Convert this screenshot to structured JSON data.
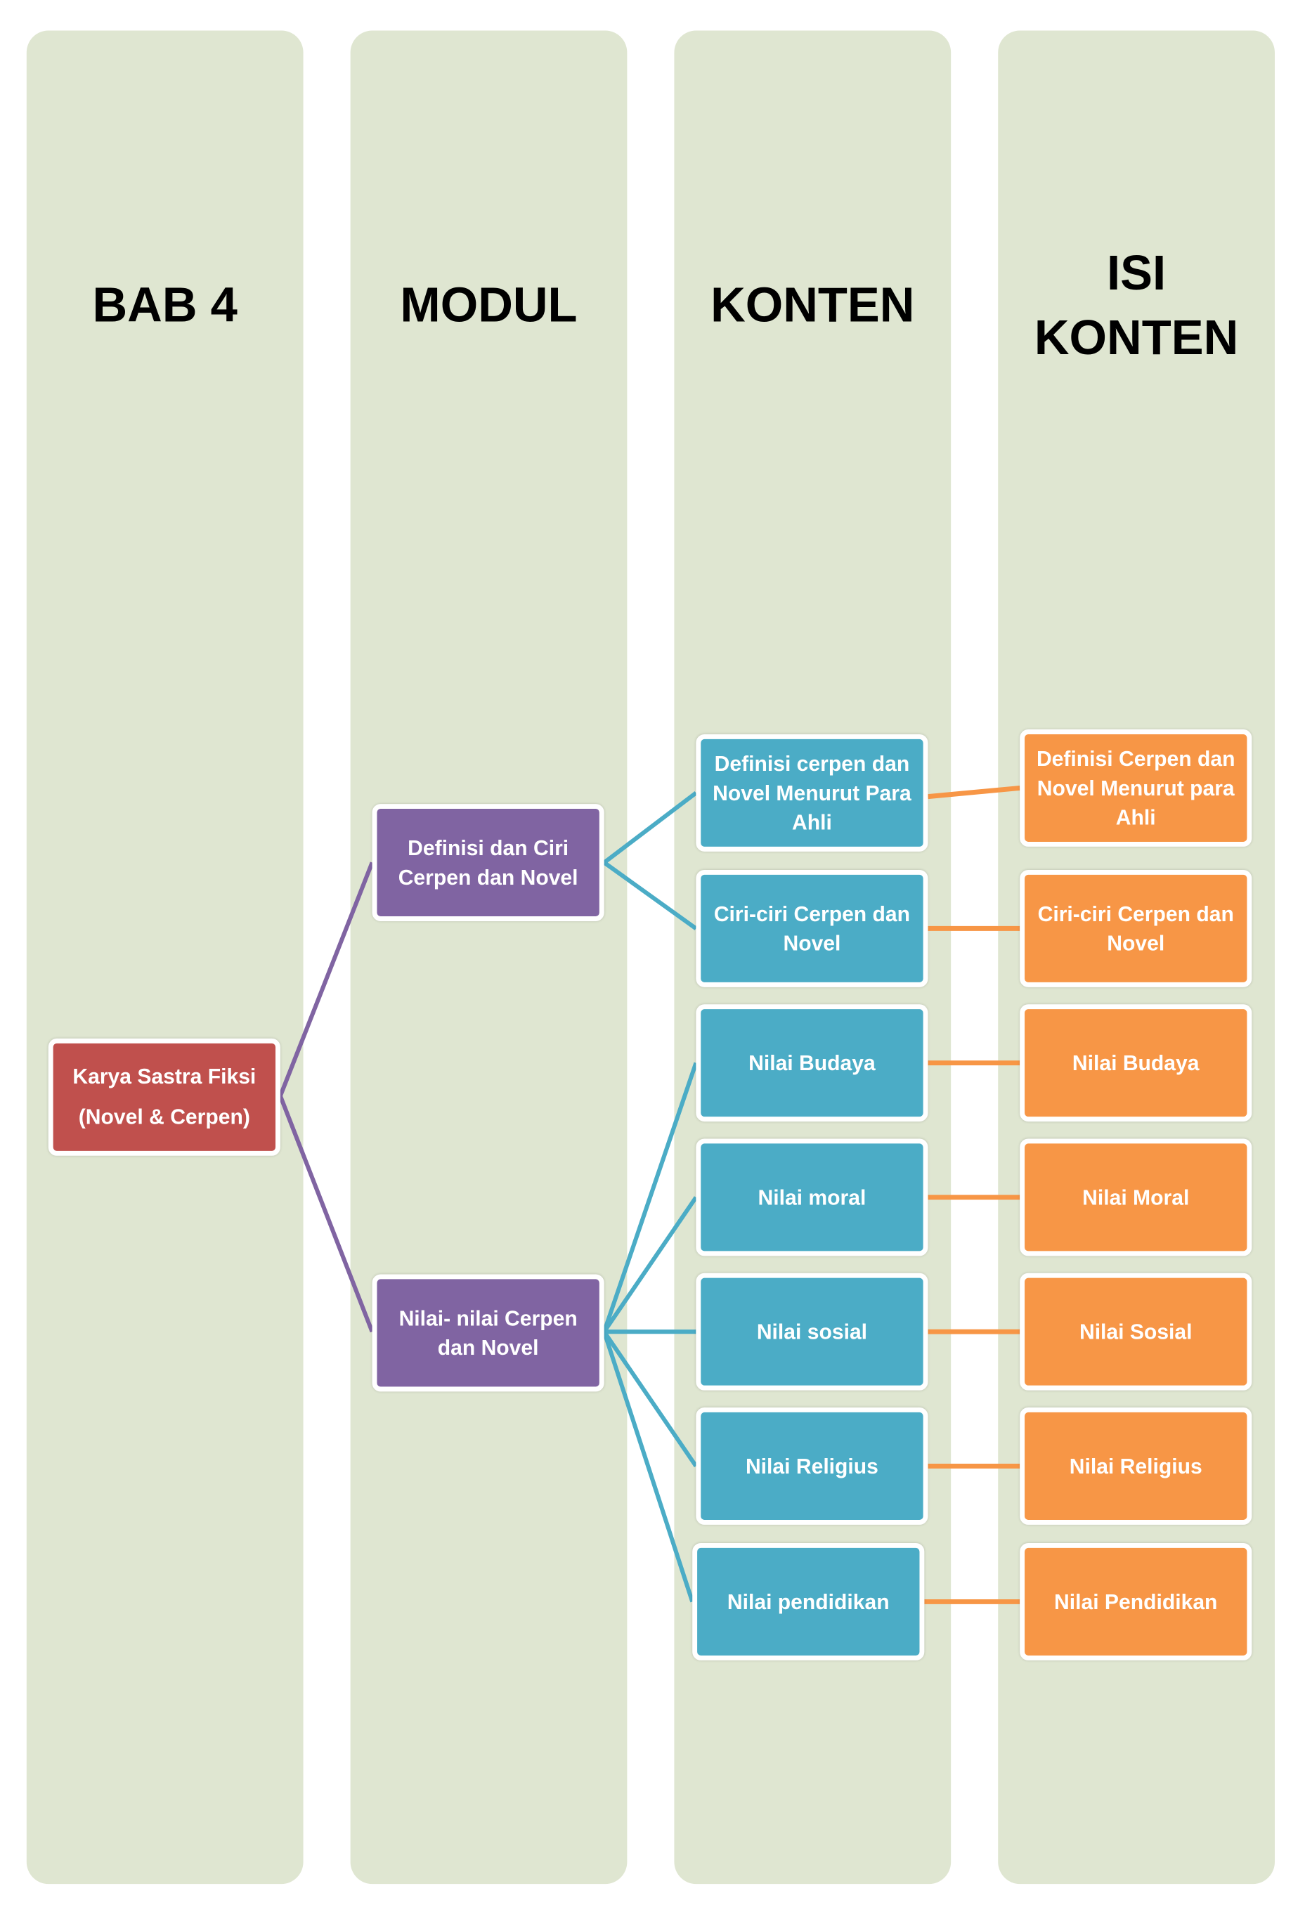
{
  "headers": {
    "bab": "BAB 4",
    "modul": "MODUL",
    "konten": "KONTEN",
    "isi_line1": "ISI",
    "isi_line2": "KONTEN"
  },
  "root": "Karya Sastra Fiksi (Novel & Cerpen)",
  "modul": [
    "Definisi dan Ciri Cerpen dan Novel",
    "Nilai- nilai Cerpen dan Novel"
  ],
  "konten": [
    "Definisi cerpen dan Novel Menurut Para Ahli",
    "Ciri-ciri Cerpen dan Novel",
    "Nilai Budaya",
    "Nilai moral",
    "Nilai sosial",
    "Nilai Religius",
    "Nilai pendidikan"
  ],
  "isi_konten": [
    "Definisi Cerpen dan Novel Menurut para Ahli",
    "Ciri-ciri Cerpen dan Novel",
    "Nilai Budaya",
    "Nilai Moral",
    "Nilai Sosial",
    "Nilai Religius",
    "Nilai Pendidikan"
  ],
  "colors": {
    "background_column": "#dfe6d1",
    "root": "#c0504d",
    "modul": "#8064a2",
    "konten": "#4bacc6",
    "isi": "#f79646"
  }
}
